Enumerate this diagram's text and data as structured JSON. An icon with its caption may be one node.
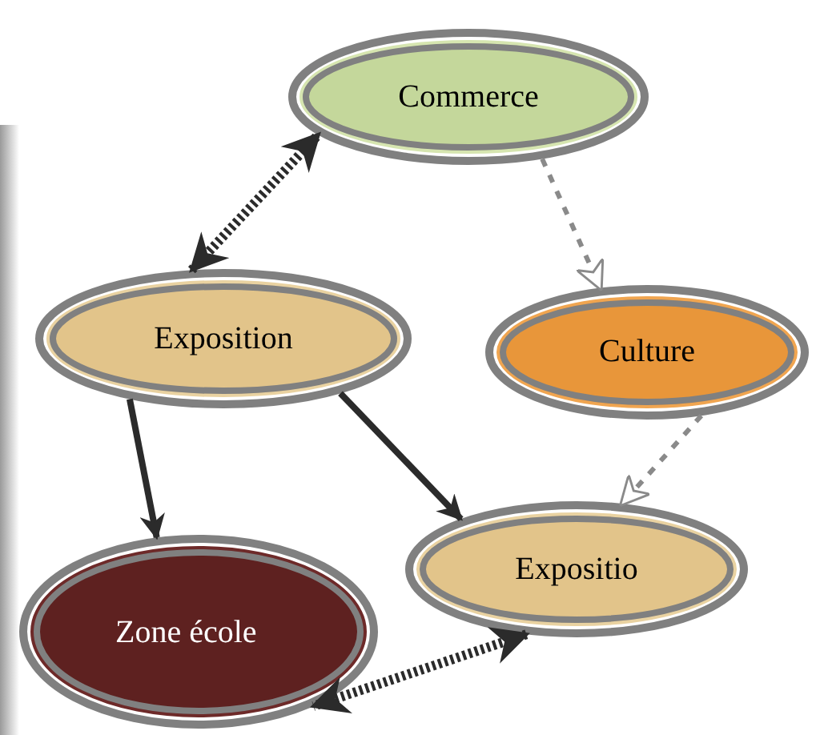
{
  "diagram": {
    "nodes": [
      {
        "text": [
          "Commerce"
        ]
      },
      {
        "text": [
          "Exposition"
        ]
      },
      {
        "text": [
          "Culture"
        ]
      },
      {
        "text": [
          "Expositio"
        ]
      },
      {
        "text": [
          "Zone école"
        ]
      }
    ],
    "edges": [
      {
        "from": 1,
        "to": 0,
        "arrow": "both",
        "style": "dashed"
      },
      {
        "from": 0,
        "to": 2,
        "arrow": "to",
        "style": "dashed",
        "color": "#8a8a8a"
      },
      {
        "from": 2,
        "to": 3,
        "arrow": "to",
        "style": "dashed",
        "color": "#8a8a8a"
      },
      {
        "from": 1,
        "to": 4,
        "arrow": "to"
      },
      {
        "from": 1,
        "to": 3,
        "arrow": "to"
      },
      {
        "from": 3,
        "to": 4,
        "arrow": "both",
        "style": "dashed"
      }
    ]
  }
}
